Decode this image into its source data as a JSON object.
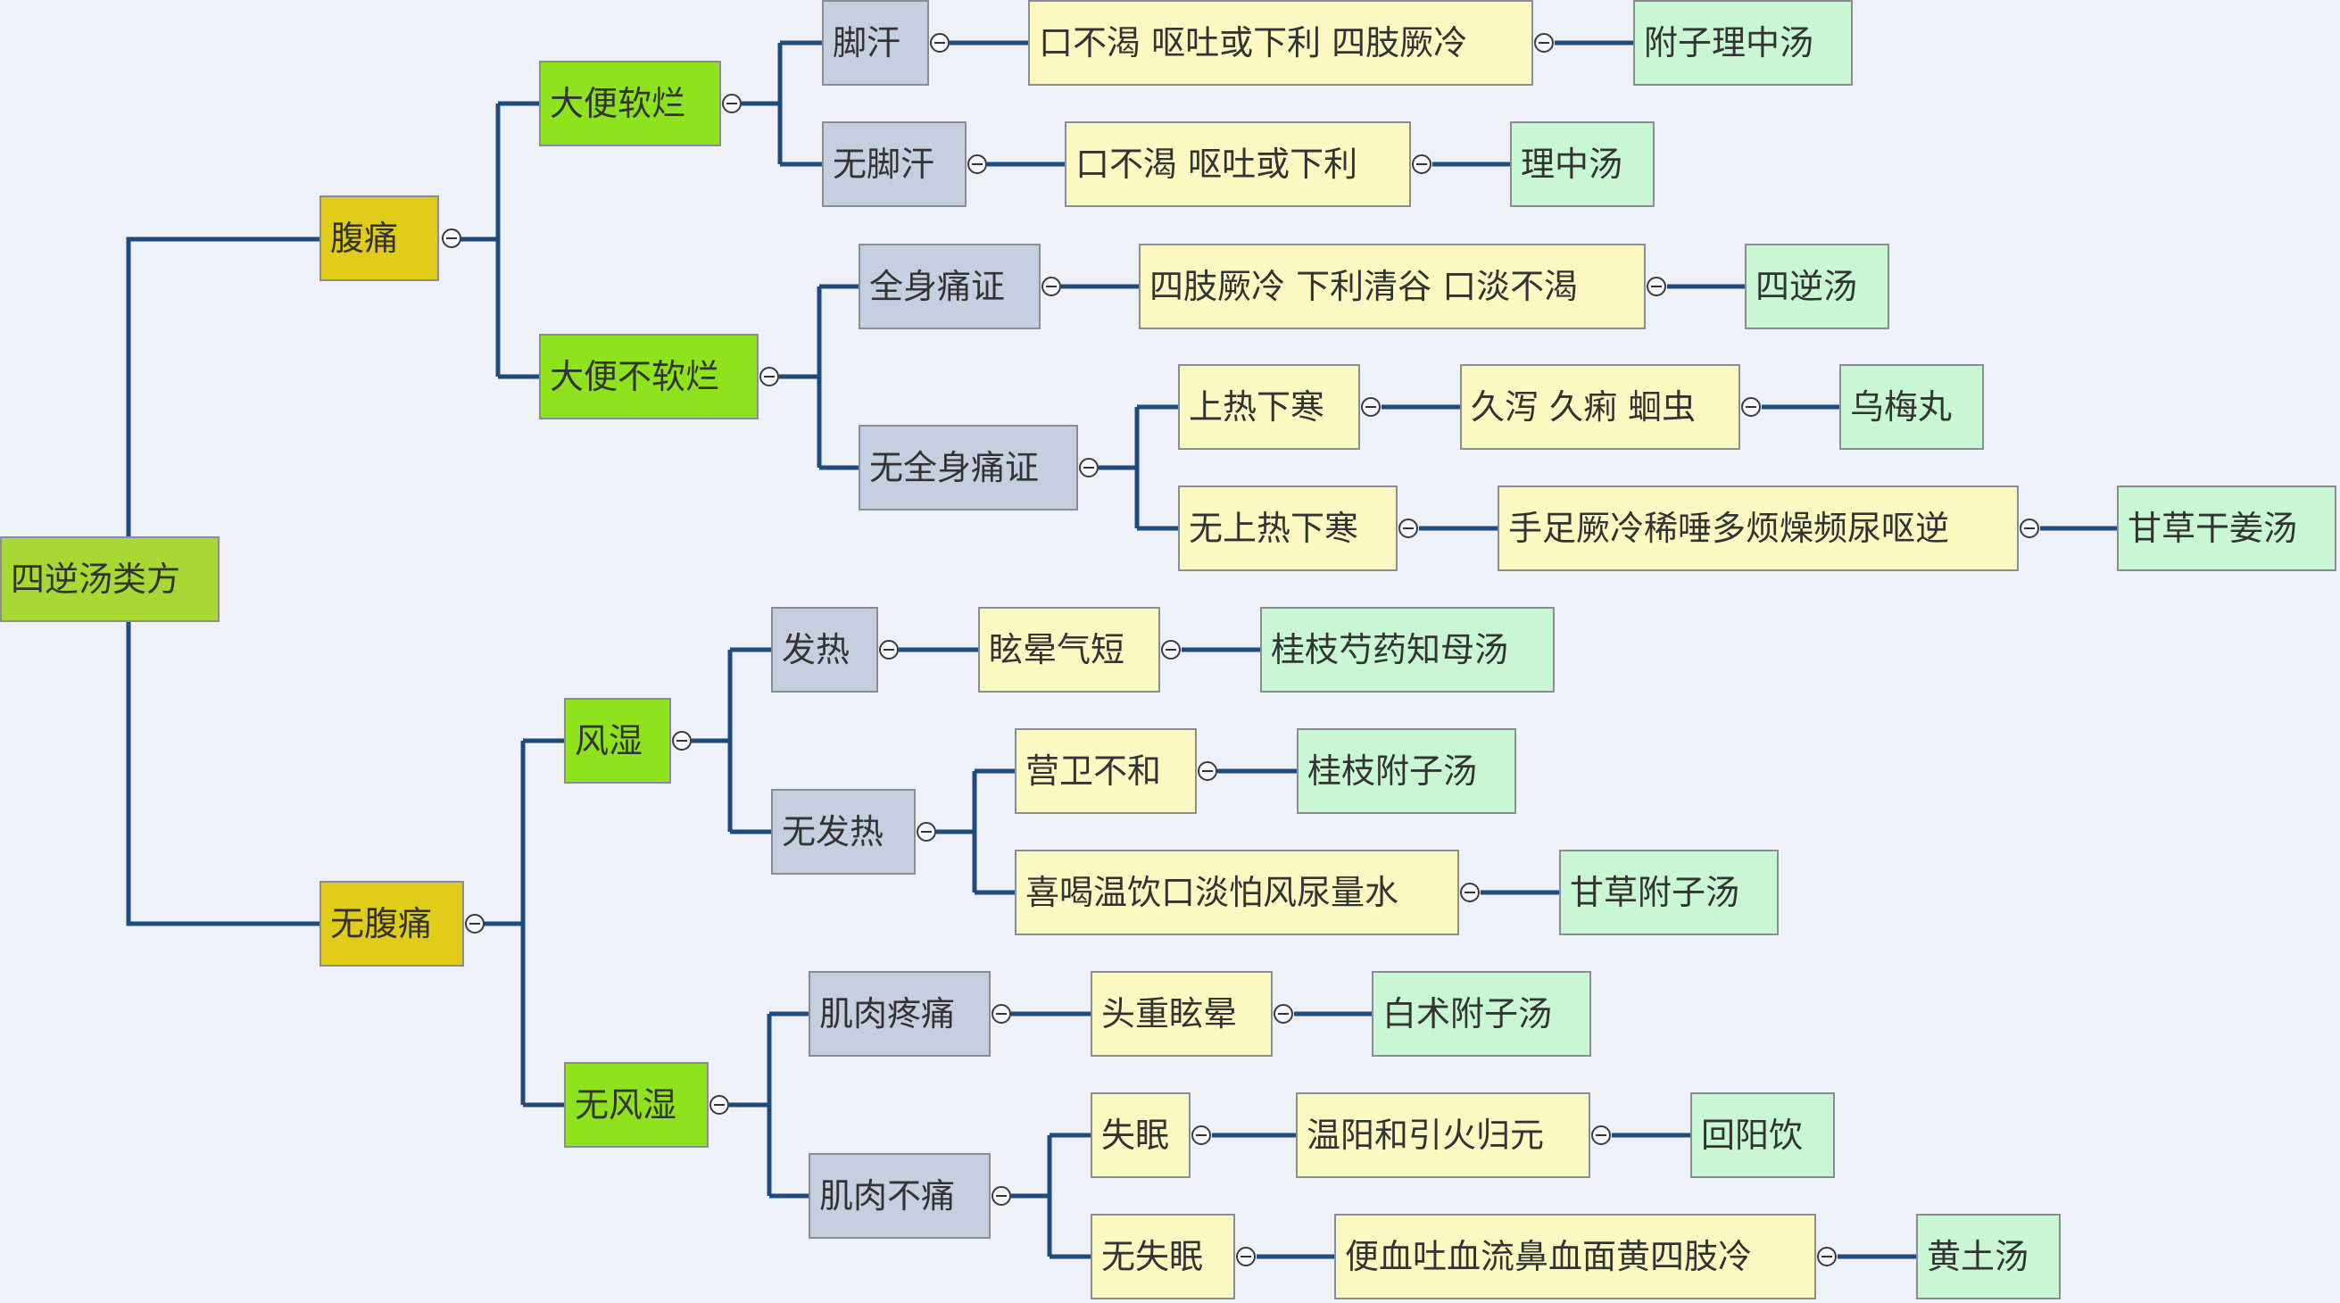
{
  "root": "四逆汤类方",
  "nodes": {
    "abd_pain": "腹痛",
    "no_abd_pain": "无腹痛",
    "soft_stool": "大便软烂",
    "not_soft_stool": "大便不软烂",
    "fengshi": "风湿",
    "no_fengshi": "无风湿",
    "foot_sweat": "脚汗",
    "no_foot_sweat": "无脚汗",
    "body_pain": "全身痛证",
    "no_body_pain": "无全身痛证",
    "fever": "发热",
    "no_fever": "无发热",
    "muscle_pain": "肌肉疼痛",
    "no_muscle_pain": "肌肉不痛",
    "heat_cold": "上热下寒",
    "no_heat_cold": "无上热下寒",
    "yingwei": "营卫不和",
    "xihe": "喜喝温饮口淡怕风尿量水",
    "insomnia": "失眠",
    "no_insomnia": "无失眠",
    "c1": "口不渴  呕吐或下利  四肢厥冷",
    "c2": "口不渴  呕吐或下利",
    "c3": "四肢厥冷  下利清谷  口淡不渴",
    "c4": "久泻  久痢  蛔虫",
    "c5": "手足厥冷稀唾多烦燥频尿呕逆",
    "c6": "眩晕气短",
    "c7": "头重眩晕",
    "c8": "温阳和引火归元",
    "c9": "便血吐血流鼻血面黄四肢冷",
    "r1": "附子理中汤",
    "r2": "理中汤",
    "r3": "四逆汤",
    "r4": "乌梅丸",
    "r5": "甘草干姜汤",
    "r6": "桂枝芍药知母汤",
    "r7": "桂枝附子汤",
    "r8": "甘草附子汤",
    "r9": "白术附子汤",
    "r10": "回阳饮",
    "r11": "黄土汤"
  },
  "colors": {
    "line": "#1e4a7e",
    "root": "#a8d834",
    "level1": "#e2cc1b",
    "level2": "#8fe21e",
    "level3": "#c6cfe0",
    "condition": "#fbf8c2",
    "result": "#c9f7d4"
  }
}
